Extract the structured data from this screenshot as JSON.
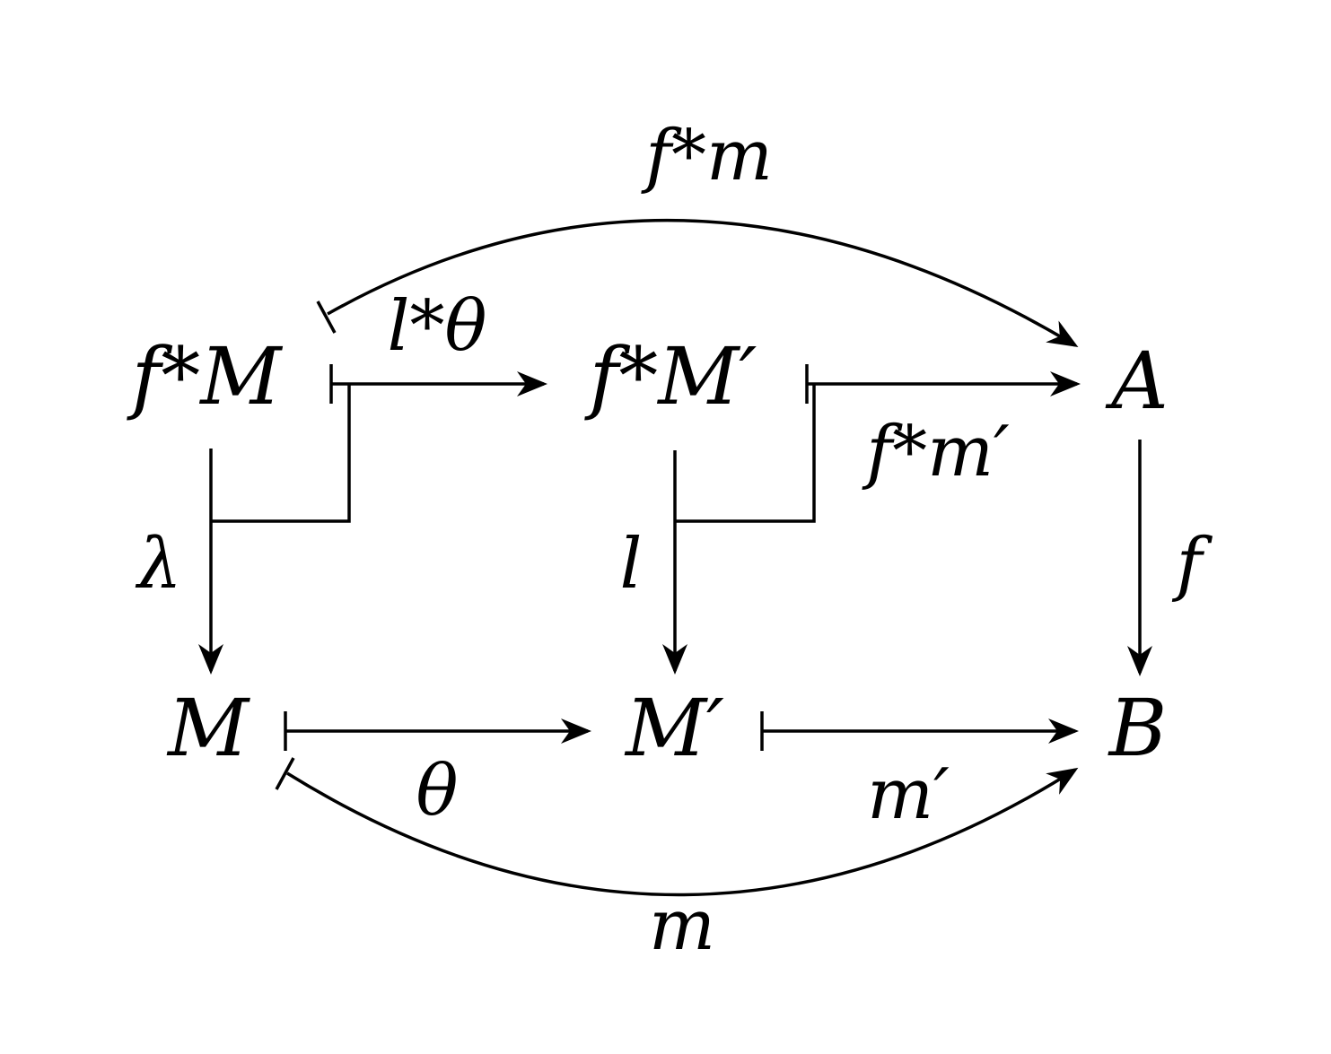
{
  "objects": {
    "fstarM": "f*M",
    "fstarMprime": "f*M′",
    "A": "A",
    "M": "M",
    "Mprime": "M′",
    "B": "B"
  },
  "labels": {
    "fstar_m": "f*m",
    "lstar_theta": "l*θ",
    "fstar_mprime": "f*m′",
    "lambda": "λ",
    "l": "l",
    "f": "f",
    "theta": "θ",
    "mprime": "m′",
    "m": "m"
  }
}
